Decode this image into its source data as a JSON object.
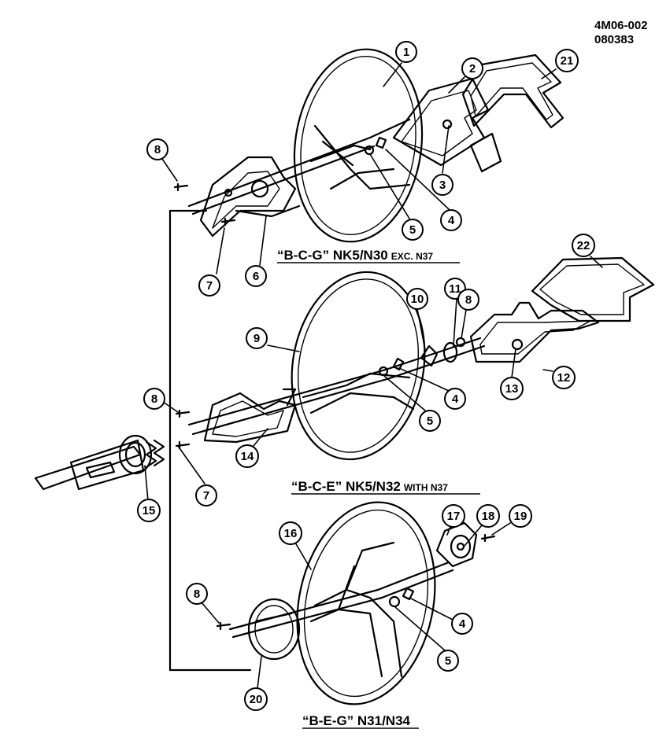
{
  "figure": {
    "ref_code": "4M06-002",
    "ref_date": "080383"
  },
  "section_labels": {
    "top": {
      "main": "“B-C-G” NK5/N30",
      "small": "EXC. N37"
    },
    "middle": {
      "main": "“B-C-E” NK5/N32",
      "small": "WITH N37"
    },
    "bottom": {
      "main": "“B-E-G” N31/N34",
      "small": ""
    }
  },
  "callouts": {
    "c1": "1",
    "c2": "2",
    "c3": "3",
    "c4a": "4",
    "c5a": "5",
    "c6": "6",
    "c7a": "7",
    "c8a": "8",
    "c21": "21",
    "c9": "9",
    "c10": "10",
    "c11": "11",
    "c8b": "8",
    "c22": "22",
    "c12": "12",
    "c13": "13",
    "c4b": "4",
    "c5b": "5",
    "c8c": "8",
    "c7b": "7",
    "c14": "14",
    "c15": "15",
    "c16": "16",
    "c17": "17",
    "c18": "18",
    "c19": "19",
    "c8d": "8",
    "c4c": "4",
    "c5c": "5",
    "c20": "20"
  }
}
